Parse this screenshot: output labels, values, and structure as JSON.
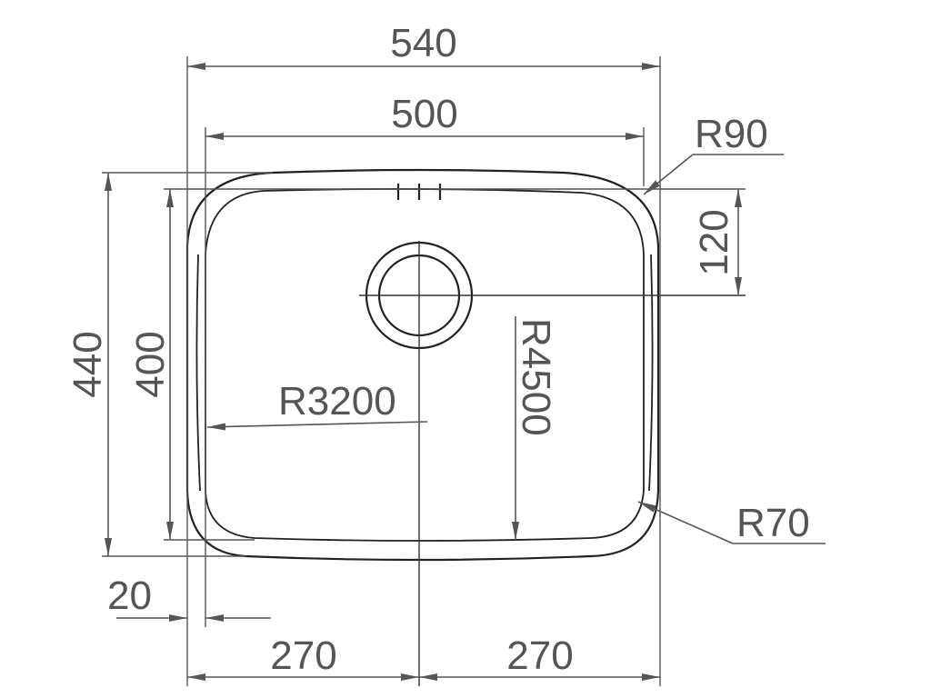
{
  "dimensions": {
    "overall_width": "540",
    "inner_width": "500",
    "overall_depth": "440",
    "inner_depth": "400",
    "corner_radius_top": "R90",
    "corner_radius_bottom": "R70",
    "drain_offset": "120",
    "side_radius": "R3200",
    "front_radius": "R4500",
    "flange": "20",
    "half_left": "270",
    "half_right": "270"
  },
  "colors": {
    "outline": "#222222",
    "dimension": "#555555",
    "background": "#ffffff"
  }
}
